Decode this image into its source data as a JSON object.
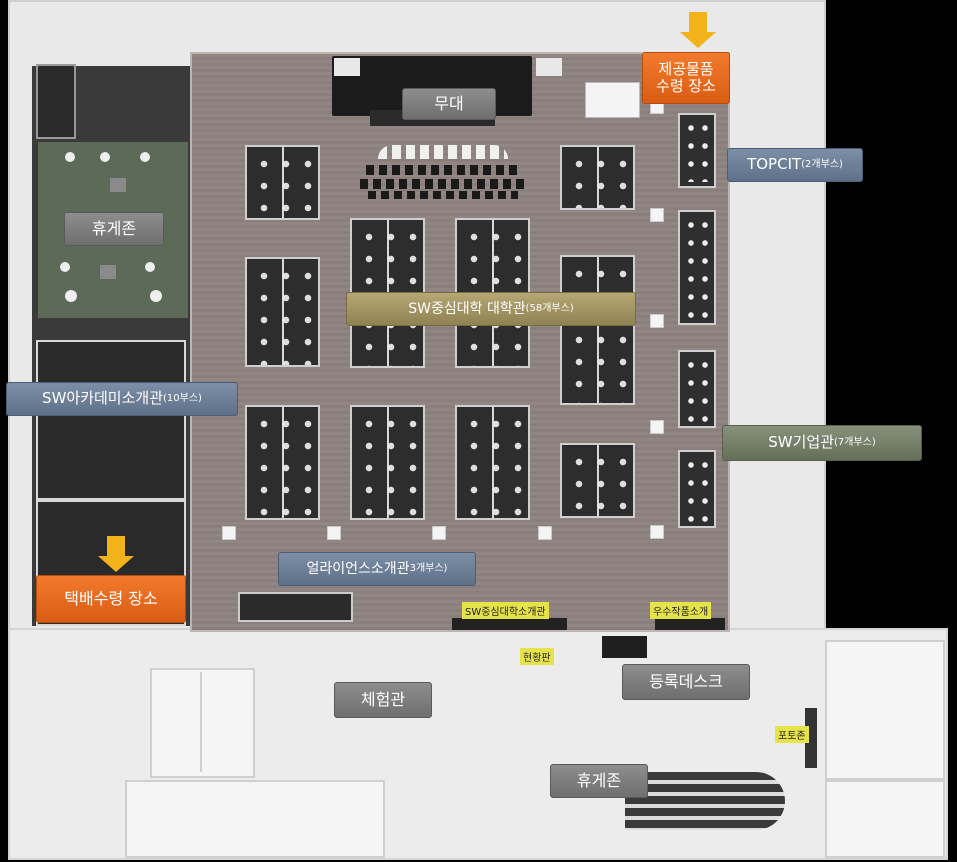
{
  "map": {
    "labels": {
      "stage": "무대",
      "rest_zone_top": "휴게존",
      "sw_academy": "SW아카데미소개관",
      "sw_academy_count": "(10부스)",
      "sw_central_univ": "SW중심대학 대학관",
      "sw_central_univ_count": "(58개부스)",
      "topcit": "TOPCIT",
      "topcit_count": "(2개부스)",
      "sw_company": "SW기업관",
      "sw_company_count": "(7개부스)",
      "alliance": "얼라이언스소개관",
      "alliance_count": "3개부스)",
      "gift_pickup_line1": "제공물품",
      "gift_pickup_line2": "수령 장소",
      "parcel_pickup": "택배수령 장소",
      "experience_hall": "체험관",
      "registration_desk": "등록데스크",
      "rest_zone_bottom": "휴게존",
      "sw_univ_intro": "SW중심대학소개관",
      "excellent_work": "우수작품소개",
      "status_board": "현황판",
      "photo_zone": "포토존"
    },
    "colors": {
      "orange": "#e8661d",
      "arrow": "#f2b21a",
      "gold": "#a39464",
      "blue_gray": "#6f8199",
      "green_gray": "#747e66",
      "gray": "#7e7e7e"
    }
  }
}
